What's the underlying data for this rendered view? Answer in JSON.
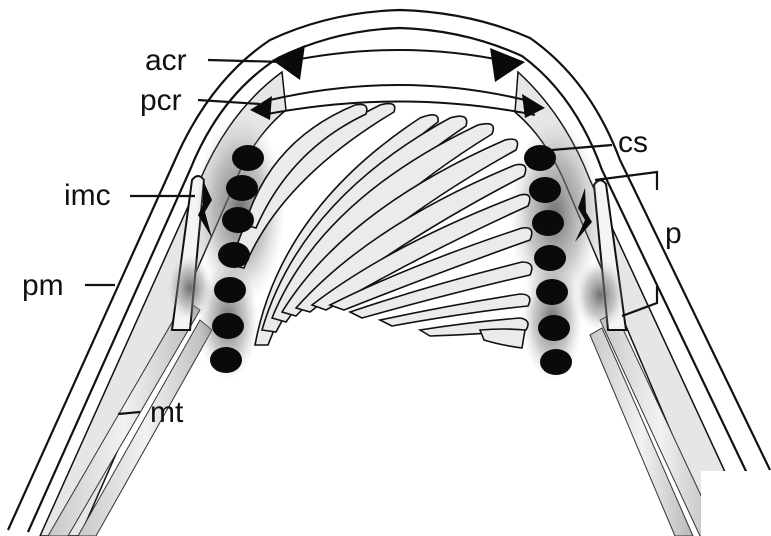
{
  "labels": {
    "acr": "acr",
    "pcr": "pcr",
    "cs": "cs",
    "imc": "imc",
    "p": "p",
    "pm": "pm",
    "mt": "mt"
  },
  "colors": {
    "background": "#ffffff",
    "ink": "#111111",
    "wall_fill": "#f4f4f4",
    "lamella_fill": "#e9e9e9",
    "dot_fill": "#0a0a0a"
  }
}
